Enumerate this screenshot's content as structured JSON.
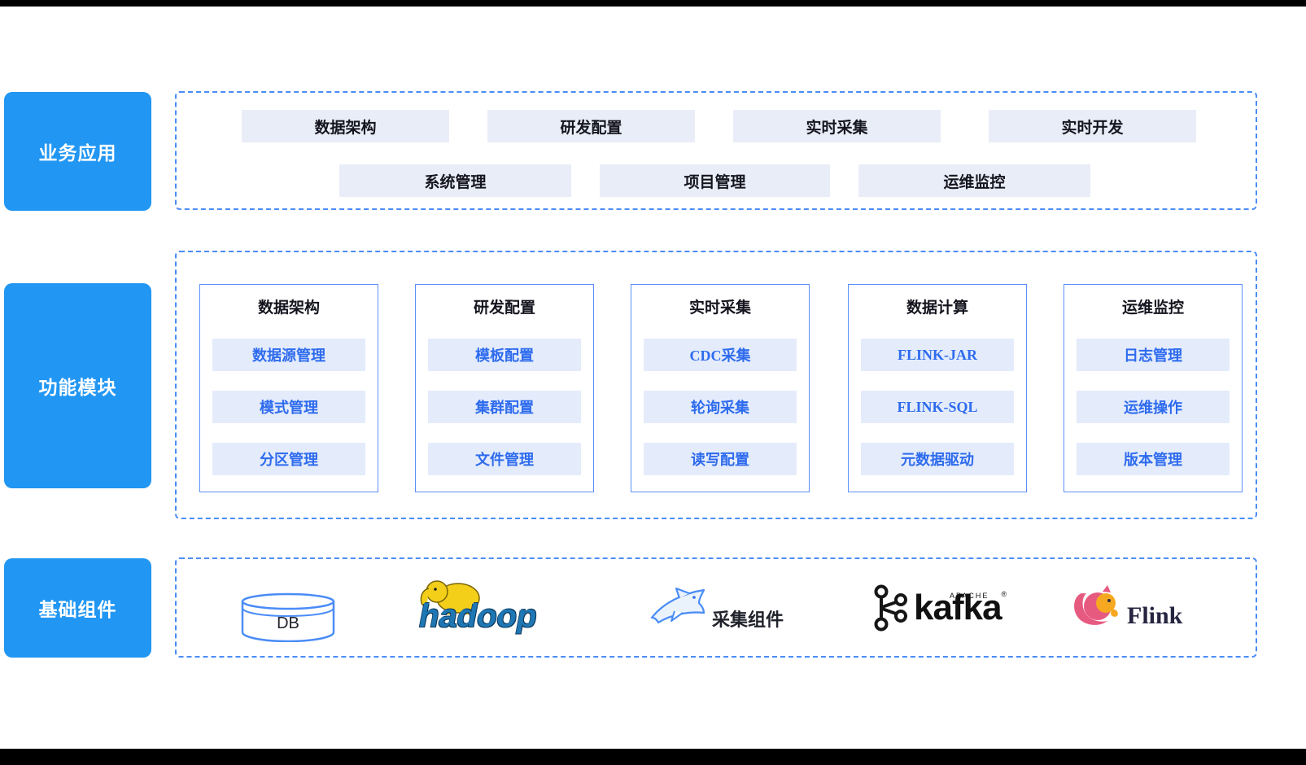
{
  "layers": {
    "business": "业务应用",
    "modules": "功能模块",
    "components": "基础组件"
  },
  "business_apps": {
    "row1": [
      "数据架构",
      "研发配置",
      "实时采集",
      "实时开发"
    ],
    "row2": [
      "系统管理",
      "项目管理",
      "运维监控"
    ]
  },
  "modules": [
    {
      "title": "数据架构",
      "items": [
        "数据源管理",
        "模式管理",
        "分区管理"
      ]
    },
    {
      "title": "研发配置",
      "items": [
        "模板配置",
        "集群配置",
        "文件管理"
      ]
    },
    {
      "title": "实时采集",
      "items": [
        "CDC采集",
        "轮询采集",
        "读写配置"
      ]
    },
    {
      "title": "数据计算",
      "items": [
        "FLINK-JAR",
        "FLINK-SQL",
        "元数据驱动"
      ]
    },
    {
      "title": "运维监控",
      "items": [
        "日志管理",
        "运维操作",
        "版本管理"
      ]
    }
  ],
  "components": {
    "db": "DB",
    "hadoop": "hadoop",
    "collector": "采集组件",
    "kafka_brand": "APACHE",
    "kafka": "kafka",
    "kafka_reg": "®",
    "flink": "Flink"
  },
  "colors": {
    "accent_blue": "#2196f3",
    "dashed_border": "#4a8cf7",
    "chip_bg": "#e9edf8",
    "item_bg": "#e4ecfb",
    "item_text": "#2e6bee"
  }
}
